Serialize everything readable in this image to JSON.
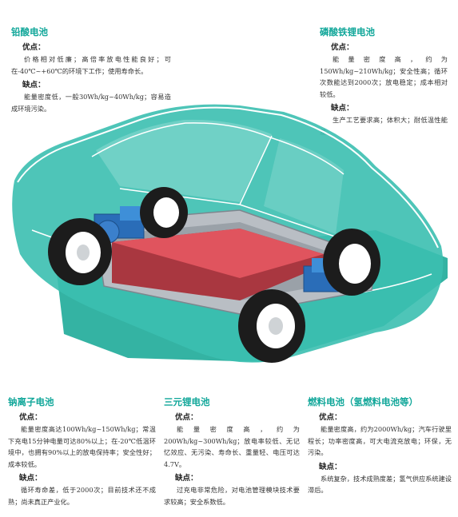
{
  "batteries": {
    "lead_acid": {
      "title": "铅酸电池",
      "pros_label": "优点：",
      "pros": "价格相对低廉；高倍率放电性能良好；可在-40℃~+60℃的环境下工作；使用寿命长。",
      "cons_label": "缺点：",
      "cons": "能量密度低，一般30Wh/kg~40Wh/kg；容易造成环境污染。"
    },
    "lfp": {
      "title": "磷酸铁锂电池",
      "pros_label": "优点：",
      "pros": "能量密度高，约为150Wh/kg~210Wh/kg；安全性高；循环次数能达到2000次；放电稳定；成本相对较低。",
      "cons_label": "缺点：",
      "cons": "生产工艺要求高；体积大；耐低温性能差。"
    },
    "sodium": {
      "title": "钠离子电池",
      "pros_label": "优点：",
      "pros": "能量密度高达100Wh/kg~150Wh/kg；常温下充电15分钟电量可达80%以上；在-20℃低温环境中，也拥有90%以上的放电保持率；安全性好；成本较低。",
      "cons_label": "缺点：",
      "cons": "循环寿命差，低于2000次；目前技术还不成熟；尚未真正产业化。"
    },
    "ternary": {
      "title": "三元锂电池",
      "pros_label": "优点：",
      "pros": "能量密度高，约为200Wh/kg~300Wh/kg；放电率较低、无记忆效应、无污染、寿命长、重量轻、电压可达4.7V。",
      "cons_label": "缺点：",
      "cons": "过充电非常危险，对电池管理模块技术要求较高；安全系数低。"
    },
    "fuel_cell": {
      "title": "燃料电池（氢燃料电池等）",
      "pros_label": "优点：",
      "pros": "能量密度高，约为2000Wh/kg；汽车行驶里程长；功率密度高，可大电流充放电；环保，无污染。",
      "cons_label": "缺点：",
      "cons": "系统复杂，技术成熟度差；氢气供应系统建设滞后。"
    }
  },
  "colors": {
    "accent": "#12a79a",
    "car_body": "#3bbfb0",
    "battery_pack": "#e0545e",
    "motor": "#2a6db8"
  },
  "illustration": "car-cutaway"
}
